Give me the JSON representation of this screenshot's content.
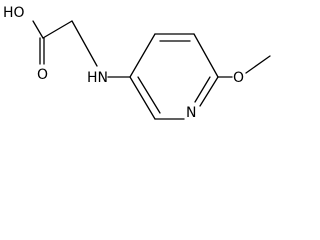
{
  "molecule": {
    "atoms": {
      "hydroxyl_label": "HO",
      "carbonyl_oxygen_label": "O",
      "amine_label": "HN",
      "ring_nitrogen_label": "N",
      "ether_oxygen_label": "O"
    }
  }
}
